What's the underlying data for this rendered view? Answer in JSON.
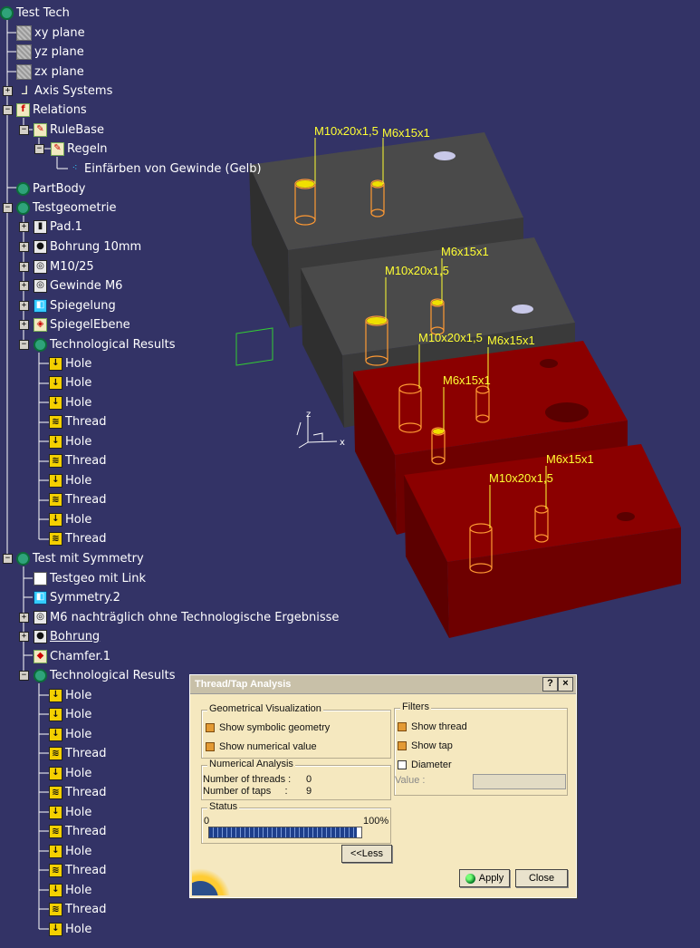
{
  "tree": {
    "root": "Test Tech",
    "planes": [
      "xy plane",
      "yz plane",
      "zx plane"
    ],
    "axis_systems": "Axis Systems",
    "relations": "Relations",
    "rulebase": "RuleBase",
    "regeln": "Regeln",
    "rule": "Einfärben von Gewinde (Gelb)",
    "partbody": "PartBody",
    "testgeometrie": "Testgeometrie",
    "tg_children": [
      "Pad.1",
      "Bohrung 10mm",
      "M10/25",
      "Gewinde M6",
      "Spiegelung",
      "SpiegelEbene"
    ],
    "tech_results_1": "Technological Results",
    "results_1": [
      "Hole",
      "Hole",
      "Hole",
      "Thread",
      "Hole",
      "Thread",
      "Hole",
      "Thread",
      "Hole",
      "Thread"
    ],
    "test_sym": "Test mit Symmetry",
    "ts_children": [
      "Testgeo mit Link",
      "Symmetry.2",
      "M6 nachträglich ohne Technologische Ergebnisse",
      "Bohrung",
      "Chamfer.1"
    ],
    "tech_results_2": "Technological Results",
    "results_2": [
      "Hole",
      "Hole",
      "Hole",
      "Thread",
      "Hole",
      "Thread",
      "Hole",
      "Thread",
      "Hole",
      "Thread",
      "Hole",
      "Thread",
      "Hole"
    ]
  },
  "annotations": [
    "M10x20x1,5",
    "M6x15x1",
    "M6x15x1",
    "M10x20x1,5",
    "M10x20x1,5",
    "M6x15x1",
    "M6x15x1",
    "M6x15x1",
    "M10x20x1,5"
  ],
  "axis_labels": {
    "x": "x",
    "z": "z"
  },
  "dialog": {
    "title": "Thread/Tap Analysis",
    "help": "?",
    "close_x": "×",
    "geo_group": "Geometrical Visualization",
    "show_symbolic": "Show symbolic geometry",
    "show_numerical": "Show numerical value",
    "num_group": "Numerical Analysis",
    "threads_label": "Number of threads :",
    "threads_value": "0",
    "taps_label": "Number of taps     :",
    "taps_value": "9",
    "status_group": "Status",
    "status_min": "0",
    "status_max": "100%",
    "progress": 0.97,
    "less_button": "<<Less",
    "filters_group": "Filters",
    "show_thread": "Show thread",
    "show_tap": "Show tap",
    "diameter": "Diameter",
    "value_label": "Value :",
    "value": "",
    "apply": "Apply",
    "close": "Close"
  },
  "colors": {
    "background": "#333366",
    "tree_text": "#ffffff",
    "annotation": "#ffff33",
    "block_grey": "#3c3c3c",
    "block_red": "#7a0000",
    "dialog_bg": "#f5e8bf"
  }
}
